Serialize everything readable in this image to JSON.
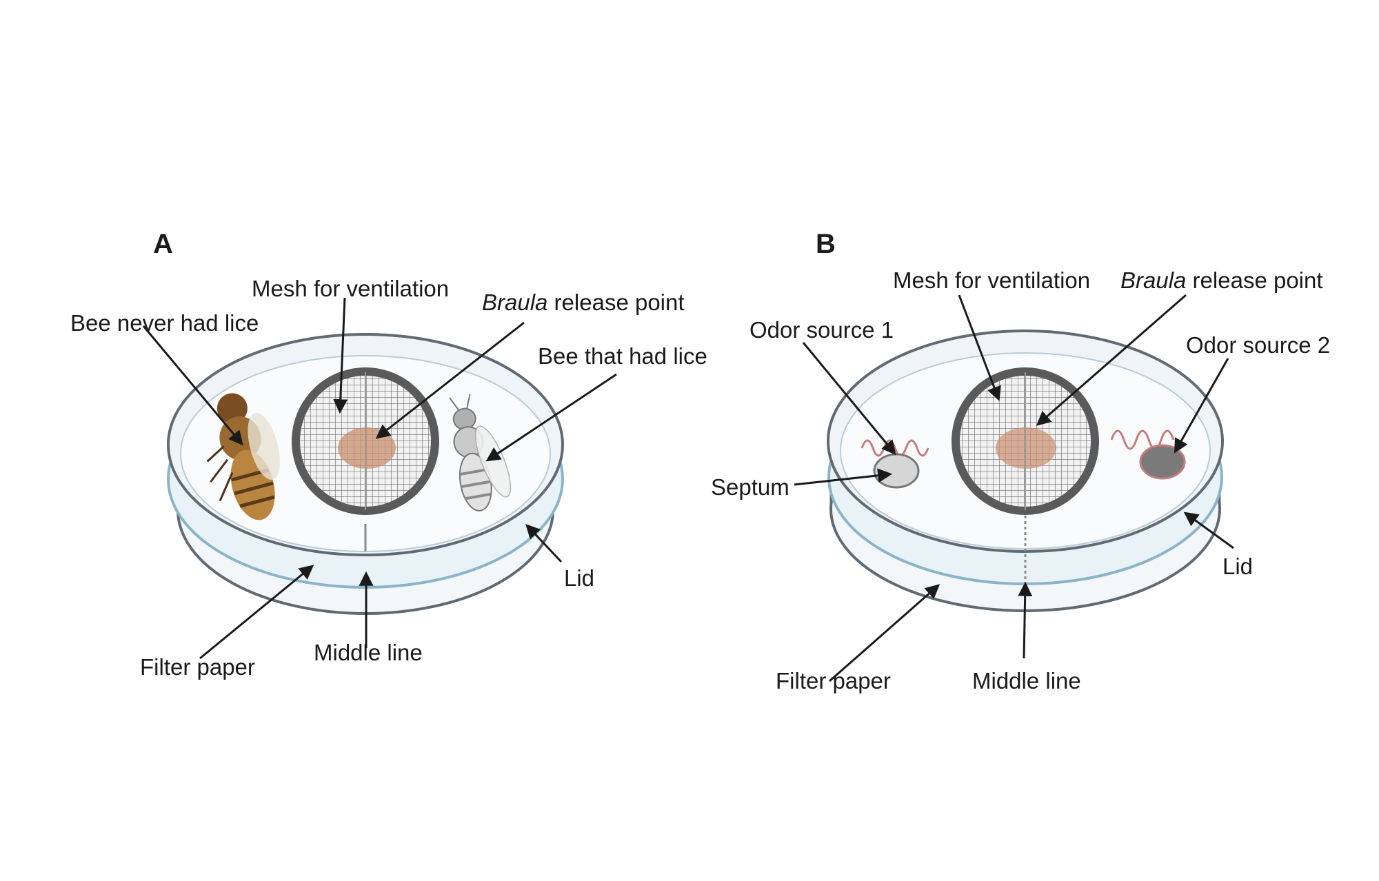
{
  "panel_a": {
    "letter": "A",
    "labels": {
      "mesh": "Mesh for ventilation",
      "braula_italic": "Braula",
      "braula_rest": " release point",
      "bee_never": "Bee never had lice",
      "bee_had": "Bee that had lice",
      "lid": "Lid",
      "filter_paper": "Filter paper",
      "middle_line": "Middle line"
    }
  },
  "panel_b": {
    "letter": "B",
    "labels": {
      "mesh": "Mesh for ventilation",
      "braula_italic": "Braula",
      "braula_rest": " release point",
      "odor1": "Odor source 1",
      "odor2": "Odor source 2",
      "septum": "Septum",
      "lid": "Lid",
      "filter_paper": "Filter paper",
      "middle_line": "Middle line"
    }
  },
  "colors": {
    "dish_fill": "#eef4f8",
    "dish_rim": "#5f6a73",
    "mesh_ring": "#5a5a5a",
    "mite": "#c98f6e",
    "odor_wave": "#c77a7a",
    "septum_light": "#d6d6d6",
    "septum_dark": "#7a7a7a",
    "arrow": "#1a1a1a"
  }
}
